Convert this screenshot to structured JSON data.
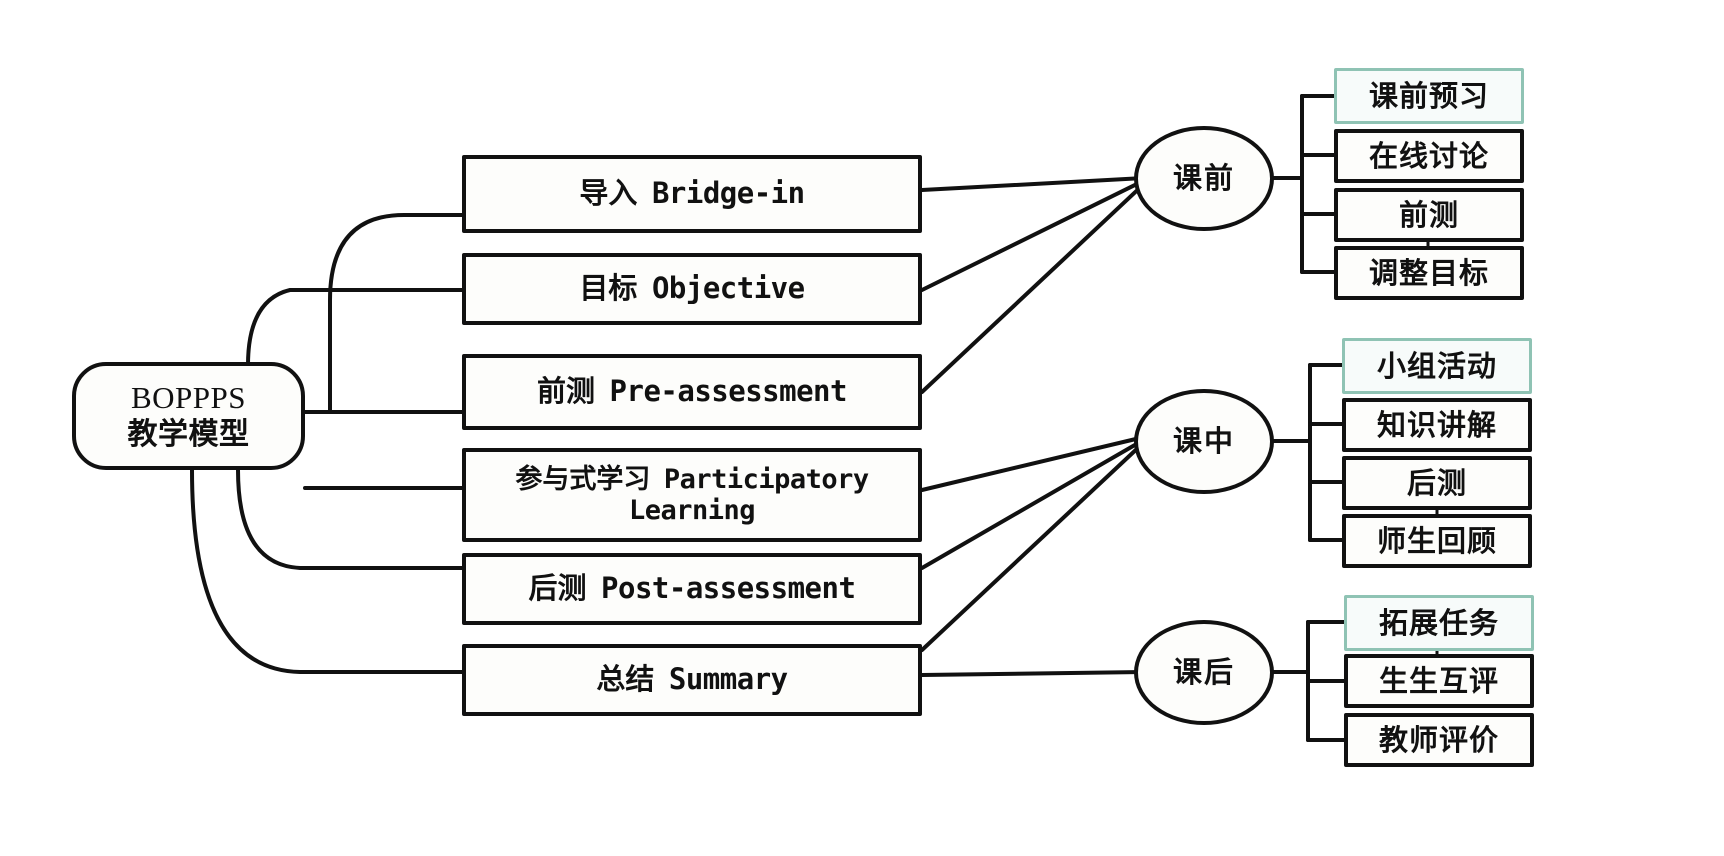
{
  "diagram": {
    "title": "BOPPPS 教学模型",
    "type": "mind-map",
    "accent_color": "#8fc3b4",
    "line_color": "#111111",
    "background": "#ffffff",
    "root": {
      "line_en": "BOPPPS",
      "line_cn": "教学模型"
    },
    "components": [
      {
        "cn": "导入",
        "en": "Bridge-in"
      },
      {
        "cn": "目标",
        "en": "Objective"
      },
      {
        "cn": "前测",
        "en": "Pre-assessment"
      },
      {
        "cn": "参与式学习",
        "en": "Participatory Learning"
      },
      {
        "cn": "后测",
        "en": "Post-assessment"
      },
      {
        "cn": "总结",
        "en": "Summary"
      }
    ],
    "phases": [
      {
        "label": "课前",
        "activities": [
          {
            "label": "课前预习",
            "highlighted": true
          },
          {
            "label": "在线讨论",
            "highlighted": false
          },
          {
            "label": "前测",
            "highlighted": false
          },
          {
            "label": "调整目标",
            "highlighted": false
          }
        ]
      },
      {
        "label": "课中",
        "activities": [
          {
            "label": "小组活动",
            "highlighted": true
          },
          {
            "label": "知识讲解",
            "highlighted": false
          },
          {
            "label": "后测",
            "highlighted": false
          },
          {
            "label": "师生回顾",
            "highlighted": false
          }
        ]
      },
      {
        "label": "课后",
        "activities": [
          {
            "label": "拓展任务",
            "highlighted": true
          },
          {
            "label": "生生互评",
            "highlighted": false
          },
          {
            "label": "教师评价",
            "highlighted": false
          }
        ]
      }
    ]
  }
}
